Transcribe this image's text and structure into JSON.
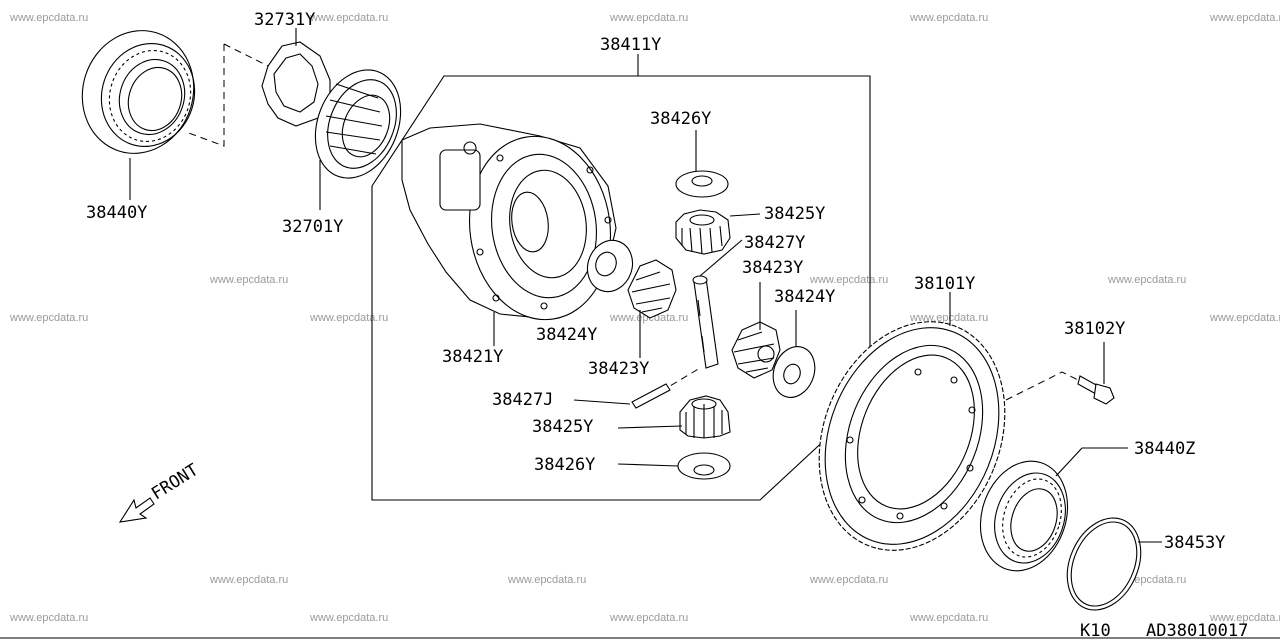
{
  "watermark": "www.epcdata.ru",
  "diagram_code": "AD38010017",
  "model_code": "K10",
  "front_label": "FRONT",
  "parts": {
    "p32731Y": "32731Y",
    "p38411Y": "38411Y",
    "p38440Y": "38440Y",
    "p32701Y": "32701Y",
    "p38426Y_top": "38426Y",
    "p38425Y_top": "38425Y",
    "p38427Y": "38427Y",
    "p38423Y_right": "38423Y",
    "p38424Y_right": "38424Y",
    "p38424Y_left": "38424Y",
    "p38421Y": "38421Y",
    "p38423Y_left": "38423Y",
    "p38427J": "38427J",
    "p38425Y_bottom": "38425Y",
    "p38426Y_bottom": "38426Y",
    "p38101Y": "38101Y",
    "p38102Y": "38102Y",
    "p38440Z": "38440Z",
    "p38453Y": "38453Y"
  }
}
